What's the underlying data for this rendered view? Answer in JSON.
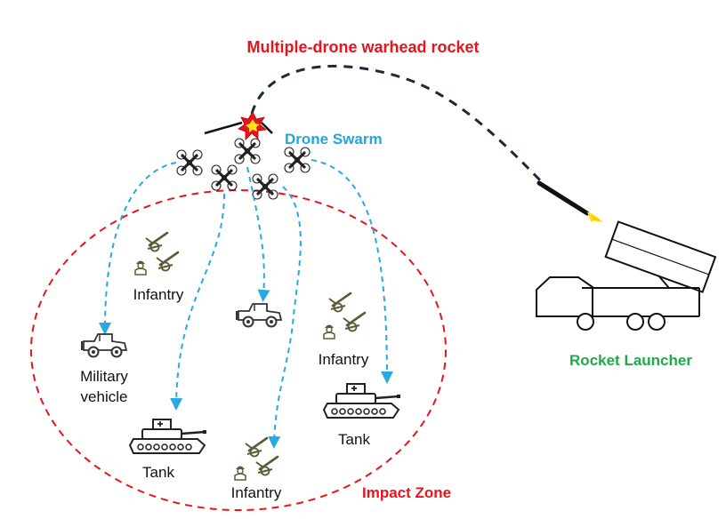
{
  "labels": {
    "rocket_title": "Multiple-drone warhead rocket",
    "drone_swarm": "Drone Swarm",
    "rocket_launcher": "Rocket Launcher",
    "impact_zone": "Impact Zone",
    "infantry_1": "Infantry",
    "infantry_2": "Infantry",
    "infantry_3": "Infantry",
    "military_vehicle_line1": "Military",
    "military_vehicle_line2": "vehicle",
    "tank_1": "Tank",
    "tank_2": "Tank"
  },
  "colors": {
    "title_red": "#e8141c",
    "swarm_blue": "#1ea7e0",
    "launcher_green": "#21a84a",
    "zone_red": "#e8141c",
    "trajectory_navy": "#1b2a3a",
    "drone_path_blue": "#29a9e0",
    "icon_olive": "#5d5a36",
    "icon_gray": "#3c3c3c",
    "flame_yellow": "#ffe21a"
  },
  "icons": {
    "drone": "quadcopter-icon",
    "tank": "tank-icon",
    "jeep": "military-jeep-icon",
    "artillery": "field-artillery-icon",
    "soldier": "soldier-icon",
    "explosion": "explosion-icon",
    "rocket": "rocket-icon",
    "launcher": "rocket-launcher-truck-icon"
  }
}
